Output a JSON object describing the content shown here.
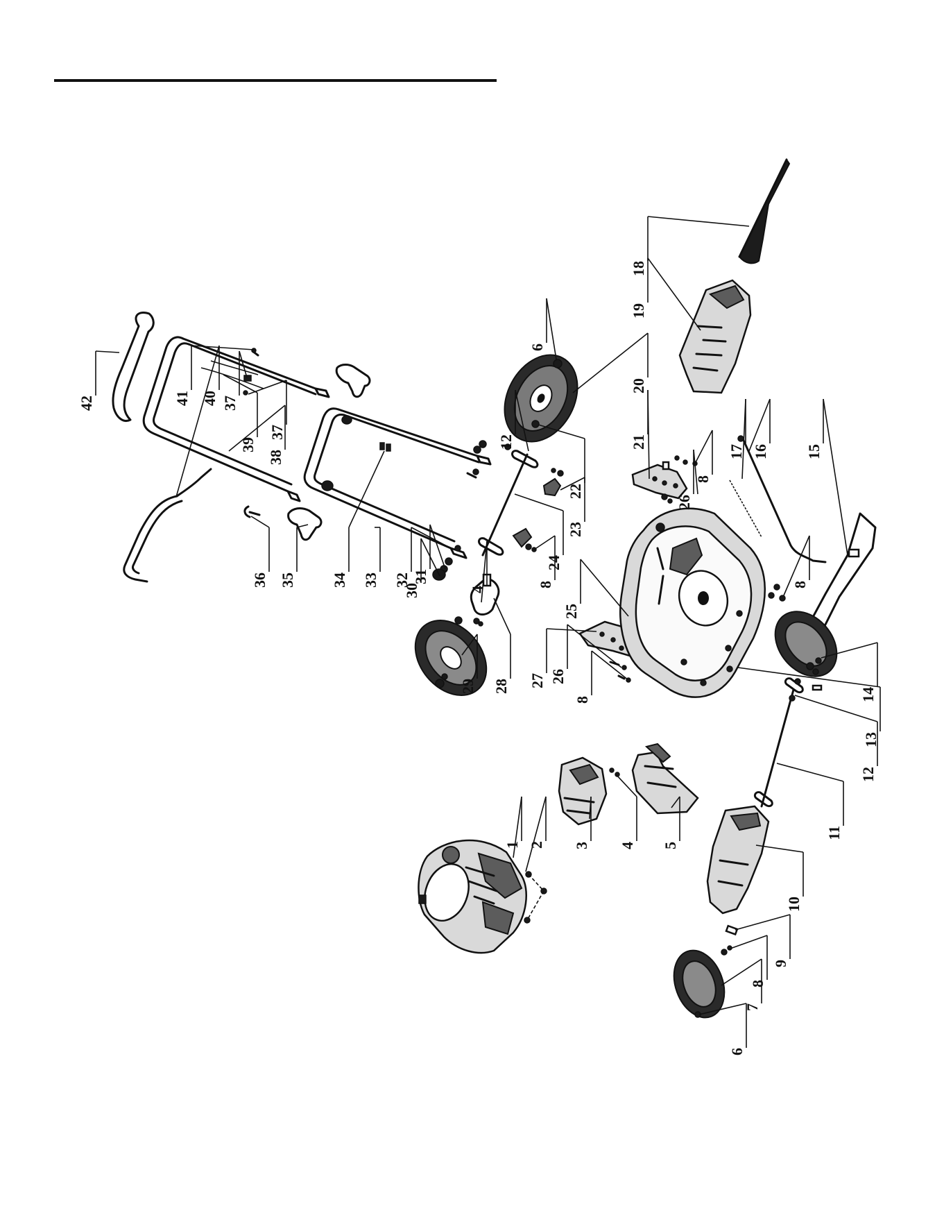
{
  "callouts": [
    {
      "num": "1"
    },
    {
      "num": "2"
    },
    {
      "num": "3"
    },
    {
      "num": "4"
    },
    {
      "num": "4"
    },
    {
      "num": "5"
    },
    {
      "num": "6"
    },
    {
      "num": "6"
    },
    {
      "num": "7"
    },
    {
      "num": "8"
    },
    {
      "num": "8"
    },
    {
      "num": "8"
    },
    {
      "num": "8"
    },
    {
      "num": "8"
    },
    {
      "num": "9"
    },
    {
      "num": "10"
    },
    {
      "num": "11"
    },
    {
      "num": "12"
    },
    {
      "num": "12"
    },
    {
      "num": "13"
    },
    {
      "num": "14"
    },
    {
      "num": "15"
    },
    {
      "num": "16"
    },
    {
      "num": "17"
    },
    {
      "num": "18"
    },
    {
      "num": "19"
    },
    {
      "num": "20"
    },
    {
      "num": "21"
    },
    {
      "num": "22"
    },
    {
      "num": "23"
    },
    {
      "num": "24"
    },
    {
      "num": "25"
    },
    {
      "num": "26"
    },
    {
      "num": "26"
    },
    {
      "num": "27"
    },
    {
      "num": "28"
    },
    {
      "num": "29"
    },
    {
      "num": "30"
    },
    {
      "num": "31"
    },
    {
      "num": "32"
    },
    {
      "num": "33"
    },
    {
      "num": "34"
    },
    {
      "num": "35"
    },
    {
      "num": "36"
    },
    {
      "num": "37"
    },
    {
      "num": "37"
    },
    {
      "num": "38"
    },
    {
      "num": "39"
    },
    {
      "num": "40"
    },
    {
      "num": "41"
    },
    {
      "num": "42"
    }
  ]
}
